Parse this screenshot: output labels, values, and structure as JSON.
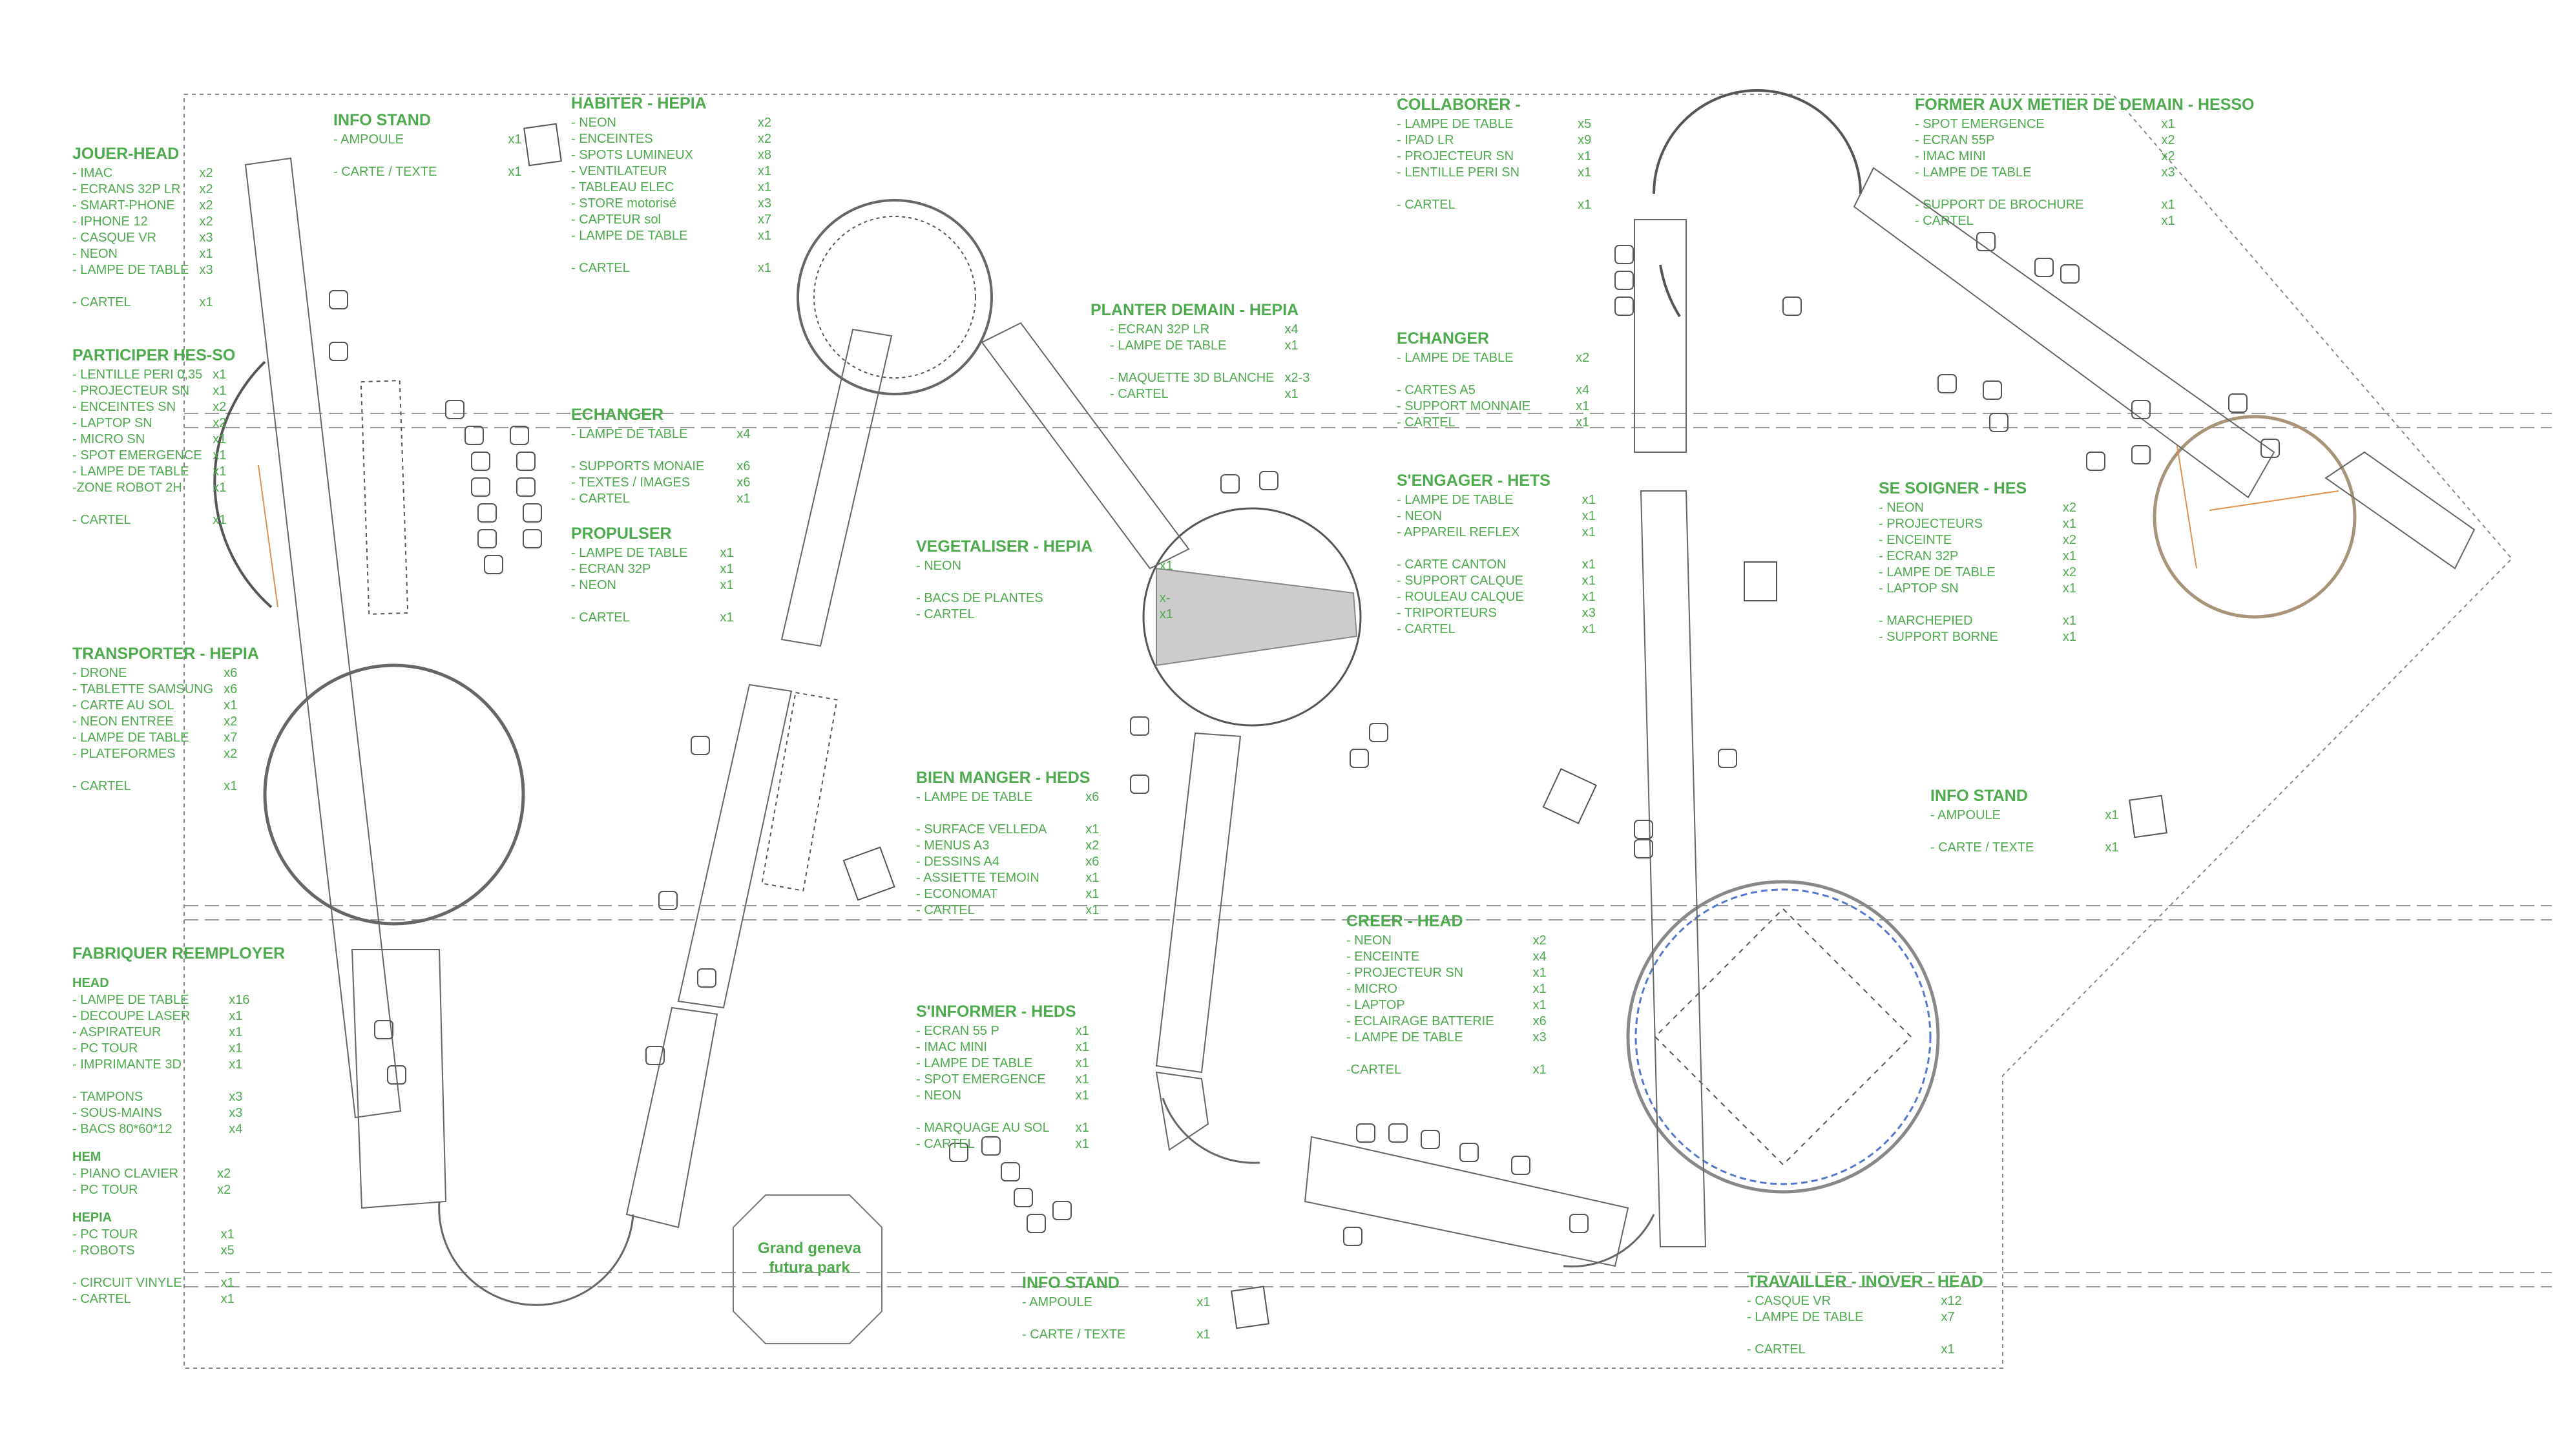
{
  "map_label": [
    "Grand geneva",
    "futura park"
  ],
  "zones": [
    {
      "id": "jouer-head",
      "title": "JOUER-HEAD",
      "items": [
        [
          "- IMAC",
          "x2"
        ],
        [
          "- ECRANS 32P LR",
          "x2"
        ],
        [
          "- SMART-PHONE",
          "x2"
        ],
        [
          "- IPHONE 12",
          "x2"
        ],
        [
          "- CASQUE VR",
          "x3"
        ],
        [
          "- NEON",
          "x1"
        ],
        [
          "- LAMPE DE TABLE",
          "x3"
        ],
        [
          "",
          ""
        ],
        [
          "- CARTEL",
          "x1"
        ]
      ]
    },
    {
      "id": "info-stand-1",
      "title": "INFO STAND",
      "items": [
        [
          "- AMPOULE",
          "x1"
        ],
        [
          "",
          ""
        ],
        [
          "- CARTE / TEXTE",
          "x1"
        ]
      ]
    },
    {
      "id": "habiter-hepia",
      "title": "HABITER - HEPIA",
      "items": [
        [
          "- NEON",
          "x2"
        ],
        [
          "- ENCEINTES",
          "x2"
        ],
        [
          "- SPOTS LUMINEUX",
          "x8"
        ],
        [
          "- VENTILATEUR",
          "x1"
        ],
        [
          "- TABLEAU ELEC",
          "x1"
        ],
        [
          "- STORE motorisé",
          "x3"
        ],
        [
          "- CAPTEUR sol",
          "x7"
        ],
        [
          "- LAMPE DE TABLE",
          "x1"
        ],
        [
          "",
          ""
        ],
        [
          "- CARTEL",
          "x1"
        ]
      ]
    },
    {
      "id": "participer",
      "title": "PARTICIPER HES-SO",
      "items": [
        [
          "- LENTILLE PERI 0,35",
          "x1"
        ],
        [
          "- PROJECTEUR SN",
          "x1"
        ],
        [
          "- ENCEINTES SN",
          "x2"
        ],
        [
          "- LAPTOP SN",
          "x2"
        ],
        [
          "- MICRO SN",
          "x1"
        ],
        [
          "- SPOT EMERGENCE",
          "x1"
        ],
        [
          "- LAMPE DE TABLE",
          "x1"
        ],
        [
          "-ZONE ROBOT 2H",
          "x1"
        ],
        [
          "",
          ""
        ],
        [
          "- CARTEL",
          "x1"
        ]
      ]
    },
    {
      "id": "echanger-1",
      "title": "ECHANGER",
      "items": [
        [
          "- LAMPE DE TABLE",
          "x4"
        ],
        [
          "",
          ""
        ],
        [
          "- SUPPORTS MONAIE",
          "x6"
        ],
        [
          "- TEXTES / IMAGES",
          "x6"
        ],
        [
          "- CARTEL",
          "x1"
        ]
      ]
    },
    {
      "id": "propulser",
      "title": "PROPULSER",
      "items": [
        [
          "- LAMPE DE TABLE",
          "x1"
        ],
        [
          "- ECRAN 32P",
          "x1"
        ],
        [
          "- NEON",
          "x1"
        ],
        [
          "",
          ""
        ],
        [
          "- CARTEL",
          "x1"
        ]
      ]
    },
    {
      "id": "transporter",
      "title": "TRANSPORTER - HEPIA",
      "items": [
        [
          "- DRONE",
          "x6"
        ],
        [
          "- TABLETTE SAMSUNG",
          "x6"
        ],
        [
          "- CARTE AU SOL",
          "x1"
        ],
        [
          "- NEON ENTREE",
          "x2"
        ],
        [
          "- LAMPE DE TABLE",
          "x7"
        ],
        [
          "- PLATEFORMES",
          "x2"
        ],
        [
          "",
          ""
        ],
        [
          "- CARTEL",
          "x1"
        ]
      ]
    },
    {
      "id": "fabriquer",
      "title": "FABRIQUER REEMPLOYER",
      "groups": [
        {
          "name": "HEAD",
          "items": [
            [
              "- LAMPE DE TABLE",
              "x16"
            ],
            [
              "- DECOUPE LASER",
              "x1"
            ],
            [
              "- ASPIRATEUR",
              "x1"
            ],
            [
              "- PC TOUR",
              "x1"
            ],
            [
              "- IMPRIMANTE 3D",
              "x1"
            ],
            [
              "",
              ""
            ],
            [
              "- TAMPONS",
              "x3"
            ],
            [
              "- SOUS-MAINS",
              "x3"
            ],
            [
              "- BACS 80*60*12",
              "x4"
            ]
          ]
        },
        {
          "name": "HEM",
          "items": [
            [
              "- PIANO CLAVIER",
              "x2"
            ],
            [
              "- PC TOUR",
              "x2"
            ]
          ]
        },
        {
          "name": "HEPIA",
          "items": [
            [
              "- PC TOUR",
              "x1"
            ],
            [
              "- ROBOTS",
              "x5"
            ],
            [
              "",
              ""
            ],
            [
              "- CIRCUIT VINYLE",
              "x1"
            ],
            [
              "- CARTEL",
              "x1"
            ]
          ]
        }
      ]
    },
    {
      "id": "planter",
      "title": "PLANTER DEMAIN - HEPIA",
      "items": [
        [
          "- ECRAN 32P LR",
          "x4"
        ],
        [
          "- LAMPE DE TABLE",
          "x1"
        ],
        [
          "",
          ""
        ],
        [
          "- MAQUETTE 3D BLANCHE",
          "x2-3"
        ],
        [
          "- CARTEL",
          "x1"
        ]
      ]
    },
    {
      "id": "vegetaliser",
      "title": "VEGETALISER - HEPIA",
      "items": [
        [
          "- NEON",
          "x1"
        ],
        [
          "",
          ""
        ],
        [
          "- BACS DE PLANTES",
          "x-"
        ],
        [
          "- CARTEL",
          "x1"
        ]
      ]
    },
    {
      "id": "bien-manger",
      "title": "BIEN MANGER - HEDS",
      "items": [
        [
          "- LAMPE DE TABLE",
          "x6"
        ],
        [
          "",
          ""
        ],
        [
          "- SURFACE VELLEDA",
          "x1"
        ],
        [
          "- MENUS A3",
          "x2"
        ],
        [
          "- DESSINS A4",
          "x6"
        ],
        [
          "- ASSIETTE TEMOIN",
          "x1"
        ],
        [
          "- ECONOMAT",
          "x1"
        ],
        [
          "- CARTEL",
          "x1"
        ]
      ]
    },
    {
      "id": "sinformer",
      "title": "S'INFORMER - HEDS",
      "items": [
        [
          "- ECRAN 55 P",
          "x1"
        ],
        [
          "- IMAC MINI",
          "x1"
        ],
        [
          "- LAMPE DE TABLE",
          "x1"
        ],
        [
          "- SPOT EMERGENCE",
          "x1"
        ],
        [
          "- NEON",
          "x1"
        ],
        [
          "",
          ""
        ],
        [
          "- MARQUAGE AU SOL",
          "x1"
        ],
        [
          "- CARTEL",
          "x1"
        ]
      ]
    },
    {
      "id": "info-stand-2",
      "title": "INFO STAND",
      "items": [
        [
          "- AMPOULE",
          "x1"
        ],
        [
          "",
          ""
        ],
        [
          "- CARTE / TEXTE",
          "x1"
        ]
      ]
    },
    {
      "id": "collaborer",
      "title": "COLLABORER -",
      "items": [
        [
          "- LAMPE DE TABLE",
          "x5"
        ],
        [
          "- IPAD LR",
          "x9"
        ],
        [
          "- PROJECTEUR SN",
          "x1"
        ],
        [
          "- LENTILLE PERI SN",
          "x1"
        ],
        [
          "",
          ""
        ],
        [
          "- CARTEL",
          "x1"
        ]
      ]
    },
    {
      "id": "echanger-2",
      "title": "ECHANGER",
      "items": [
        [
          "- LAMPE DE TABLE",
          "x2"
        ],
        [
          "",
          ""
        ],
        [
          "- CARTES A5",
          "x4"
        ],
        [
          "- SUPPORT MONNAIE",
          "x1"
        ],
        [
          "- CARTEL",
          "x1"
        ]
      ]
    },
    {
      "id": "sengager",
      "title": "S'ENGAGER - HETS",
      "items": [
        [
          "- LAMPE DE TABLE",
          "x1"
        ],
        [
          "- NEON",
          "x1"
        ],
        [
          "- APPAREIL REFLEX",
          "x1"
        ],
        [
          "",
          ""
        ],
        [
          "- CARTE CANTON",
          "x1"
        ],
        [
          "- SUPPORT CALQUE",
          "x1"
        ],
        [
          "- ROULEAU CALQUE",
          "x1"
        ],
        [
          "- TRIPORTEURS",
          "x3"
        ],
        [
          "- CARTEL",
          "x1"
        ]
      ]
    },
    {
      "id": "creer",
      "title": "CREER - HEAD",
      "items": [
        [
          "- NEON",
          "x2"
        ],
        [
          "- ENCEINTE",
          "x4"
        ],
        [
          "- PROJECTEUR SN",
          "x1"
        ],
        [
          "- MICRO",
          "x1"
        ],
        [
          "- LAPTOP",
          "x1"
        ],
        [
          "- ECLAIRAGE BATTERIE",
          "x6"
        ],
        [
          "- LAMPE DE TABLE",
          "x3"
        ],
        [
          "",
          ""
        ],
        [
          "-CARTEL",
          "x1"
        ]
      ]
    },
    {
      "id": "former",
      "title": "FORMER AUX METIER DE DEMAIN - HESSO",
      "items": [
        [
          "- SPOT EMERGENCE",
          "x1"
        ],
        [
          "- ECRAN 55P",
          "x2"
        ],
        [
          "- IMAC MINI",
          "x2"
        ],
        [
          "- LAMPE DE TABLE",
          "x3"
        ],
        [
          "",
          ""
        ],
        [
          "- SUPPORT DE BROCHURE",
          "x1"
        ],
        [
          "- CARTEL",
          "x1"
        ]
      ]
    },
    {
      "id": "soigner",
      "title": "SE SOIGNER - HES",
      "items": [
        [
          "- NEON",
          "x2"
        ],
        [
          "- PROJECTEURS",
          "x1"
        ],
        [
          "- ENCEINTE",
          "x2"
        ],
        [
          "- ECRAN 32P",
          "x1"
        ],
        [
          "- LAMPE DE TABLE",
          "x2"
        ],
        [
          "- LAPTOP SN",
          "x1"
        ],
        [
          "",
          ""
        ],
        [
          "- MARCHEPIED",
          "x1"
        ],
        [
          "- SUPPORT BORNE",
          "x1"
        ]
      ]
    },
    {
      "id": "info-stand-3",
      "title": "INFO STAND",
      "items": [
        [
          "- AMPOULE",
          "x1"
        ],
        [
          "",
          ""
        ],
        [
          "- CARTE / TEXTE",
          "x1"
        ]
      ]
    },
    {
      "id": "travailler",
      "title": "TRAVAILLER - INOVER - HEAD",
      "items": [
        [
          "- CASQUE VR",
          "x12"
        ],
        [
          "- LAMPE DE TABLE",
          "x7"
        ],
        [
          "",
          ""
        ],
        [
          "- CARTEL",
          "x1"
        ]
      ]
    }
  ]
}
